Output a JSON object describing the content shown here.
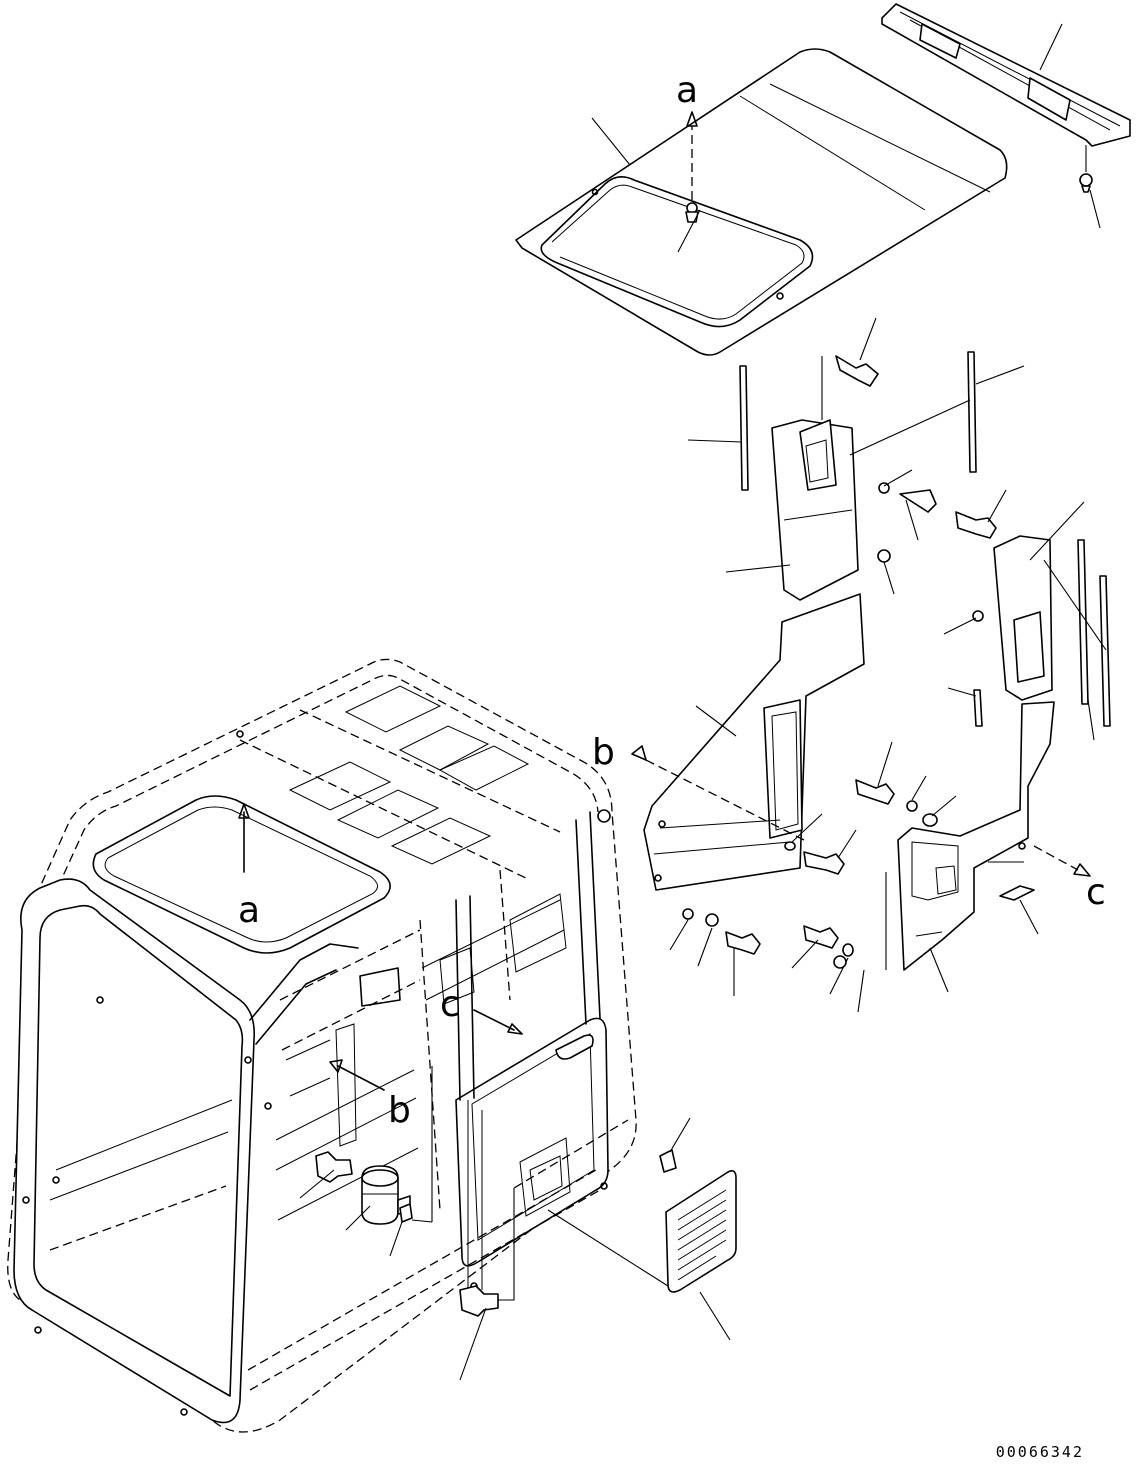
{
  "diagram": {
    "view_labels": [
      "a",
      "a",
      "b",
      "b",
      "c",
      "c"
    ],
    "drawing_number": "00066342"
  }
}
